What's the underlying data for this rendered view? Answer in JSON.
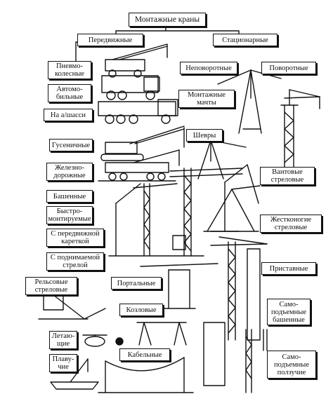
{
  "title": "Монтажные краны",
  "categories": {
    "mobile": "Передвижные",
    "stationary": "Стационарные"
  },
  "mobile_types": {
    "pneumatic": "Пневмо-\nколесные",
    "automobile": "Автомо-\nбильные",
    "chassis": "На а/шасси",
    "crawler": "Гусеничные",
    "railway": "Железно-\nдорожные",
    "tower": "Башенные",
    "fast_mount": "Быстро-\nмонтируемые",
    "mobile_carriage": "С передвижной\nкареткой",
    "lifting_boom": "С поднимаемой\nстрелой",
    "rail_boom": "Рельсовые\nстреловые",
    "portal": "Портальные",
    "gantry": "Козловые",
    "flying": "Летаю-\nщие",
    "floating": "Плаву-\nчие",
    "cable": "Кабельные"
  },
  "stationary_types": {
    "non_rotating": "Неповоротные",
    "rotating": "Поворотные",
    "masts": "Монтажные\nмачты",
    "shear_legs": "Шевры",
    "guyed_boom": "Вантовые\nстреловые",
    "rigid_leg_boom": "Жестконогие\nстреловые",
    "attached": "Приставные",
    "self_lifting_tower": "Само-\nподъемные\nбашенные",
    "self_lifting_climbing": "Само-\nподъемные\nползучие"
  },
  "colors": {
    "ink": "#111111",
    "paper": "#ffffff"
  }
}
